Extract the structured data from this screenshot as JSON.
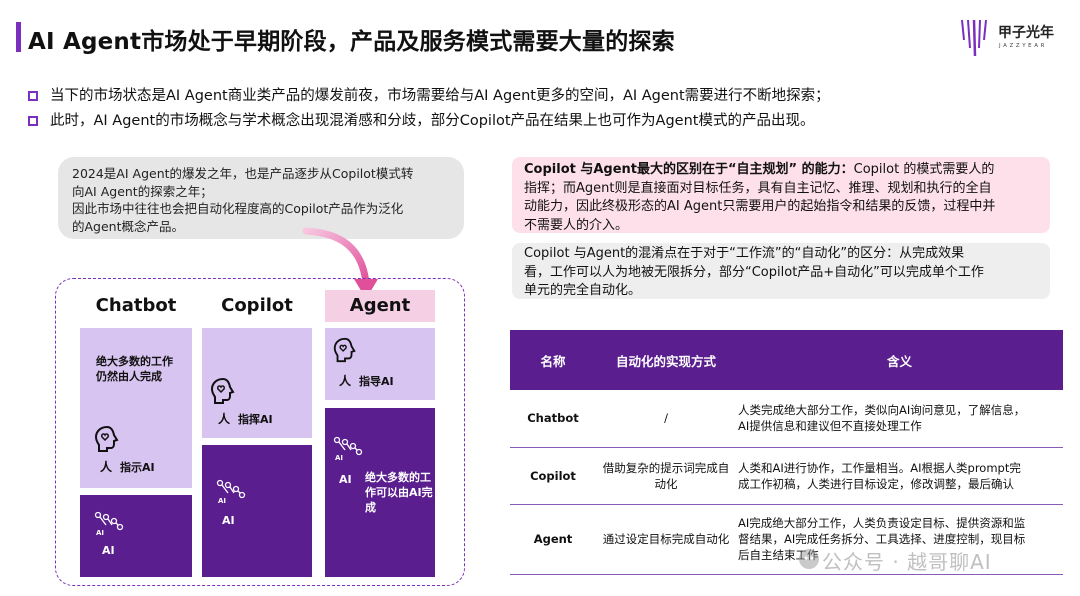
{
  "header": {
    "title": "AI Agent市场处于早期阶段，产品及服务模式需要大量的探索",
    "logo_text": "甲子光年",
    "logo_sub": "JAZZYEAR"
  },
  "bullets": [
    "当下的市场状态是AI Agent商业类产品的爆发前夜，市场需要给与AI Agent更多的空间，AI Agent需要进行不断地探索；",
    "此时，AI Agent的市场概念与学术概念出现混淆感和分歧，部分Copilot产品在结果上也可作为Agent模式的产品出现。"
  ],
  "speech": {
    "line1": "2024是AI Agent的爆发之年，也是产品逐步从Copilot模式转",
    "line2": "向AI Agent的探索之年；",
    "line3": "因此市场中往往也会把自动化程度高的Copilot产品作为泛化",
    "line4": "的Agent概念产品。"
  },
  "diagram": {
    "columns": [
      "Chatbot",
      "Copilot",
      "Agent"
    ],
    "chatbot": {
      "main_line1": "绝大多数的工作",
      "main_line2": "仍然由人完成",
      "human_label": "人",
      "ai_instruction": "指示AI",
      "ai_label": "AI",
      "ai_small": "AI"
    },
    "copilot": {
      "human_label": "人",
      "ai_instruction": "指挥AI",
      "ai_label": "AI",
      "ai_small": "AI"
    },
    "agent": {
      "human_label": "人",
      "ai_instruction": "指导AI",
      "ai_label": "AI",
      "ai_small": "AI",
      "main_line1": "绝大多数的工",
      "main_line2": "作可以由AI完",
      "main_line3": "成"
    }
  },
  "pink_box": {
    "lead": "Copilot 与Agent最大的区别在于“自主规划” 的能力：",
    "line1_rest": "Copilot 的模式需要人的",
    "line2": "指挥；而Agent则是直接面对目标任务，具有自主记忆、推理、规划和执行的全自",
    "line3": "动能力，因此终极形态的AI Agent只需要用户的起始指令和结果的反馈，过程中并",
    "line4": "不需要人的介入。"
  },
  "grey_box": {
    "line1": "Copilot 与Agent的混淆点在于对于“工作流”的“自动化”的区分：从完成效果",
    "line2": "看，工作可以人为地被无限拆分，部分“Copilot产品+自动化”可以完成单个工作",
    "line3": "单元的完全自动化。"
  },
  "table": {
    "headers": [
      "名称",
      "自动化的实现方式",
      "含义"
    ],
    "rows": [
      {
        "name": "Chatbot",
        "mode": "/",
        "meaning_l1": "人类完成绝大部分工作，类似向AI询问意见，了解信息，",
        "meaning_l2": "AI提供信息和建议但不直接处理工作"
      },
      {
        "name": "Copilot",
        "mode_l1": "借助复杂的提示词完成自",
        "mode_l2": "动化",
        "meaning_l1": "人类和AI进行协作，工作量相当。AI根据人类prompt完",
        "meaning_l2": "成工作初稿，人类进行目标设定，修改调整，最后确认"
      },
      {
        "name": "Agent",
        "mode": "通过设定目标完成自动化",
        "meaning_l1": "AI完成绝大部分工作，人类负责设定目标、提供资源和监",
        "meaning_l2": "督结果，AI完成任务拆分、工具选择、进度控制，现目标",
        "meaning_l3": "后自主结束工作"
      }
    ]
  },
  "watermark": "公众号 · 越哥聊AI",
  "colors": {
    "accent": "#7b2fbf",
    "dark_purple": "#5a1e8f",
    "light_purple": "#d8c4f0",
    "pink": "#fde0ea",
    "grey": "#eeeeee"
  }
}
